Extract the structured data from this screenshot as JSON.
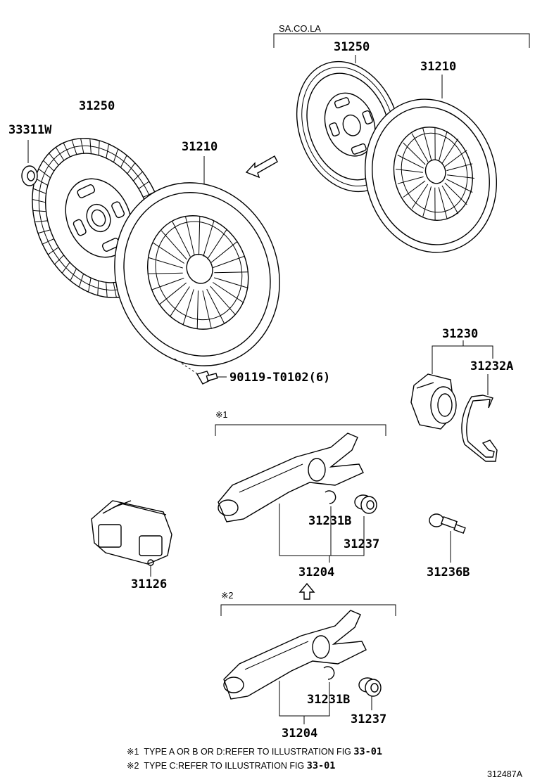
{
  "labels": {
    "disc_left": "31250",
    "bearing_left": "33311W",
    "cover_left": "31210",
    "group_saco": "SA.CO.LA",
    "disc_right": "31250",
    "cover_right": "31210",
    "bolt": "90119-T0102(6)",
    "release_assy": "31230",
    "release_clip": "31232A",
    "mark1": "※1",
    "snap_ring_1": "31231B",
    "boot_1": "31237",
    "fork_1": "31204",
    "cover_boot": "31126",
    "pivot": "31236B",
    "mark2": "※2",
    "snap_ring_2": "31231B",
    "boot_2": "31237",
    "fork_2": "31204"
  },
  "notes": [
    {
      "mark": "※1",
      "text": "TYPE A OR B OR D:REFER TO ILLUSTRATION FIG ",
      "ref": "33-01"
    },
    {
      "mark": "※2",
      "text": "TYPE C:REFER TO ILLUSTRATION FIG ",
      "ref": "33-01"
    }
  ],
  "figure_id": "312487A"
}
